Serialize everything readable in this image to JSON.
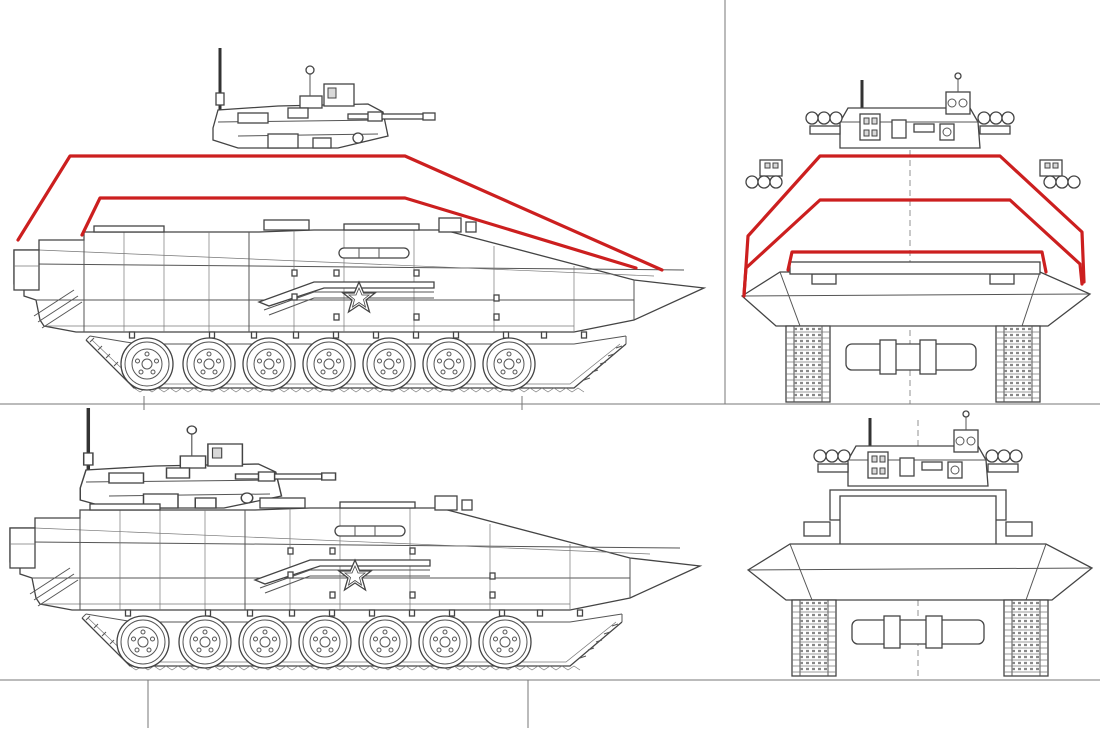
{
  "drawing": {
    "views": [
      {
        "name": "side-view-turret-separated"
      },
      {
        "name": "front-view-turret-separated"
      },
      {
        "name": "side-view-assembled"
      },
      {
        "name": "front-view-assembled"
      }
    ],
    "annotation_color": "#cc1f1f",
    "line_color": "#555555",
    "insignia": "red-star"
  }
}
